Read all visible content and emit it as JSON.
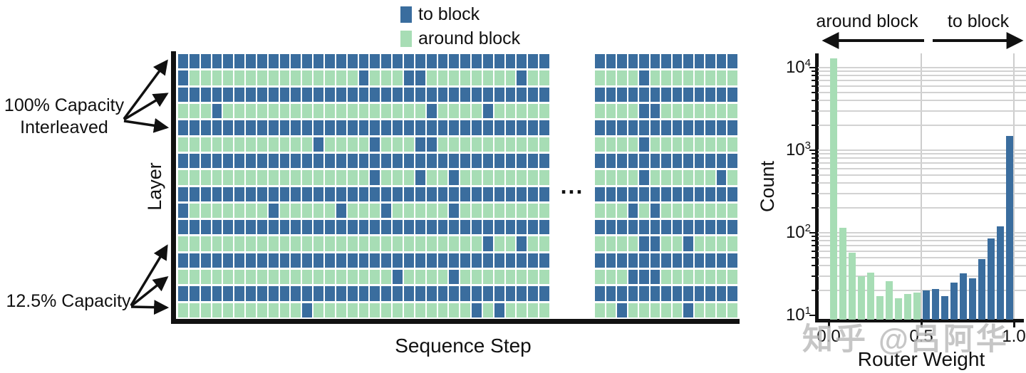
{
  "legend": {
    "items": [
      {
        "label": "to block",
        "color": "#3a6d9e"
      },
      {
        "label": "around block",
        "color": "#a7ddb5"
      }
    ]
  },
  "left_panel": {
    "ylabel": "Layer",
    "xlabel": "Sequence Step",
    "ellipsis": "...",
    "annotation_100": "100% Capacity\nInterleaved",
    "annotation_125": "12.5% Capacity"
  },
  "right_panel": {
    "ylabel": "Count",
    "xlabel": "Router Weight",
    "arrow_left_label": "around block",
    "arrow_right_label": "to block"
  },
  "watermark": "知乎 @吕阿华",
  "colors": {
    "to_block": "#3a6d9e",
    "around_block": "#a7ddb5",
    "axis": "#111111",
    "grid_line": "#d2d2d2"
  },
  "chart_data": [
    {
      "type": "heatmap",
      "xlabel": "Sequence Step",
      "ylabel": "Layer",
      "legend": [
        "to block",
        "around block"
      ],
      "rows": 16,
      "row_types": [
        "to",
        "around",
        "to",
        "around",
        "to",
        "around",
        "to",
        "around",
        "to",
        "around",
        "to",
        "around",
        "to",
        "around",
        "to",
        "around"
      ],
      "annotations": [
        {
          "text": "100% Capacity Interleaved",
          "points_to_rows": [
            1,
            3,
            5
          ]
        },
        {
          "text": "12.5% Capacity",
          "points_to_rows": [
            12,
            14,
            16
          ]
        }
      ],
      "blocks": [
        {
          "name": "left",
          "cols": 33,
          "anomaly_cols_by_row": {
            "2": [
              1,
              17,
              21,
              22,
              31
            ],
            "4": [
              4,
              23,
              28
            ],
            "6": [
              13,
              18,
              22,
              23
            ],
            "8": [
              18,
              22,
              25
            ],
            "10": [
              1,
              9,
              15,
              19,
              25
            ],
            "12": [
              28,
              31
            ],
            "14": [
              20,
              25
            ],
            "16": [
              12,
              27,
              29
            ]
          }
        },
        {
          "name": "right",
          "cols": 13,
          "anomaly_cols_by_row": {
            "2": [
              5
            ],
            "4": [
              5,
              6
            ],
            "6": [
              5
            ],
            "8": [
              5,
              12
            ],
            "10": [
              4,
              6
            ],
            "12": [
              5,
              6,
              9
            ],
            "14": [
              4,
              5,
              6
            ],
            "16": [
              3,
              9
            ]
          }
        }
      ]
    },
    {
      "type": "bar",
      "xlabel": "Router Weight",
      "ylabel": "Count",
      "yscale": "log",
      "ylim": [
        10,
        15000
      ],
      "yticks": [
        10,
        100,
        1000,
        10000
      ],
      "xticks": [
        "0.0",
        "0.5",
        "1.0"
      ],
      "xtick_positions": [
        0.0,
        0.5,
        1.0
      ],
      "bin_start": 0.0,
      "bin_width": 0.05,
      "gridline_x": [
        0.5,
        1.0
      ],
      "series": [
        {
          "name": "around block",
          "color": "#a7ddb5",
          "bin_lefts": [
            0.0,
            0.05,
            0.1,
            0.15,
            0.2,
            0.25,
            0.3,
            0.35,
            0.4,
            0.45
          ],
          "values": [
            13000,
            115,
            57,
            30,
            33,
            17,
            26,
            16,
            18,
            19
          ]
        },
        {
          "name": "to block",
          "color": "#3a6d9e",
          "bin_lefts": [
            0.5,
            0.55,
            0.6,
            0.65,
            0.7,
            0.75,
            0.8,
            0.85,
            0.9,
            0.95
          ],
          "values": [
            20,
            21,
            17,
            25,
            32,
            28,
            48,
            85,
            120,
            1500
          ]
        }
      ],
      "top_annotations": [
        {
          "label": "around block",
          "arrow": "left"
        },
        {
          "label": "to block",
          "arrow": "right"
        }
      ]
    }
  ]
}
